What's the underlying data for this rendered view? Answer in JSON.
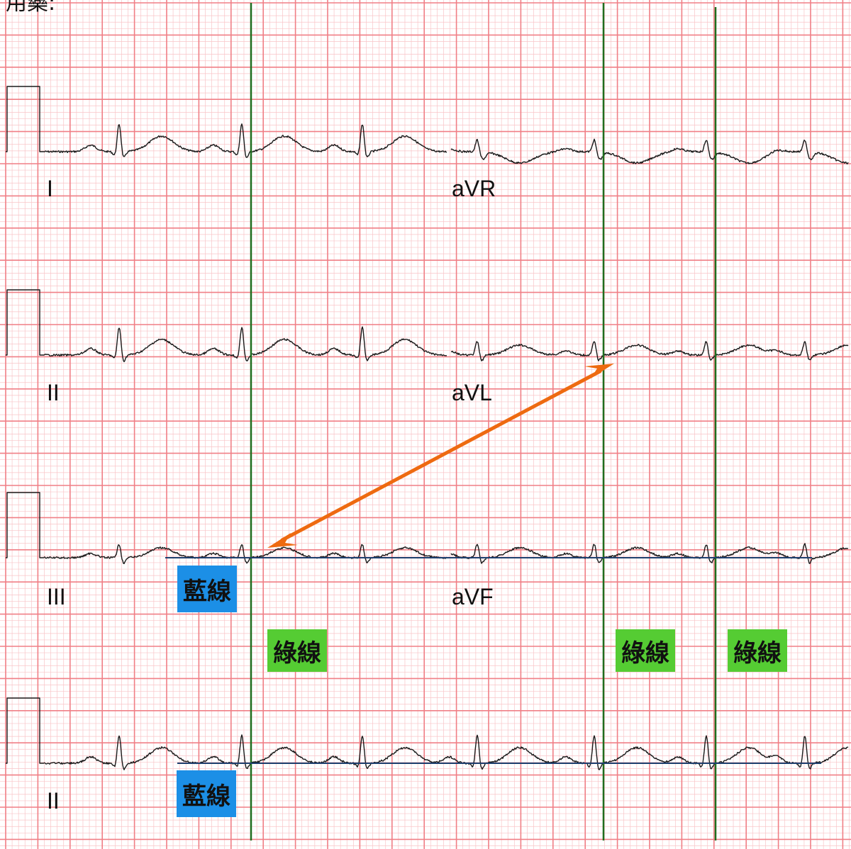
{
  "header": {
    "text": "用藥:"
  },
  "leads": {
    "row1_left": "I",
    "row1_right": "aVR",
    "row2_left": "II",
    "row2_right": "aVL",
    "row3_left": "III",
    "row3_right": "aVF",
    "rhythm": "II"
  },
  "annotations": {
    "blue_tag_1": "藍線",
    "blue_tag_2": "藍線",
    "green_tag_1": "綠線",
    "green_tag_2": "綠線",
    "green_tag_3": "綠線"
  },
  "colors": {
    "grid_major": "#f07f86",
    "grid_minor": "#f9c4c7",
    "trace": "#1a1a1a",
    "green_marker": "#1f6e1f",
    "blue_marker": "#1e3f6e",
    "arrow": "#ee6a10",
    "blue_tag_bg": "#1c8fe6",
    "green_tag_bg": "#55cc33"
  },
  "icons": {
    "arrow": "double-headed-arrow-icon"
  }
}
